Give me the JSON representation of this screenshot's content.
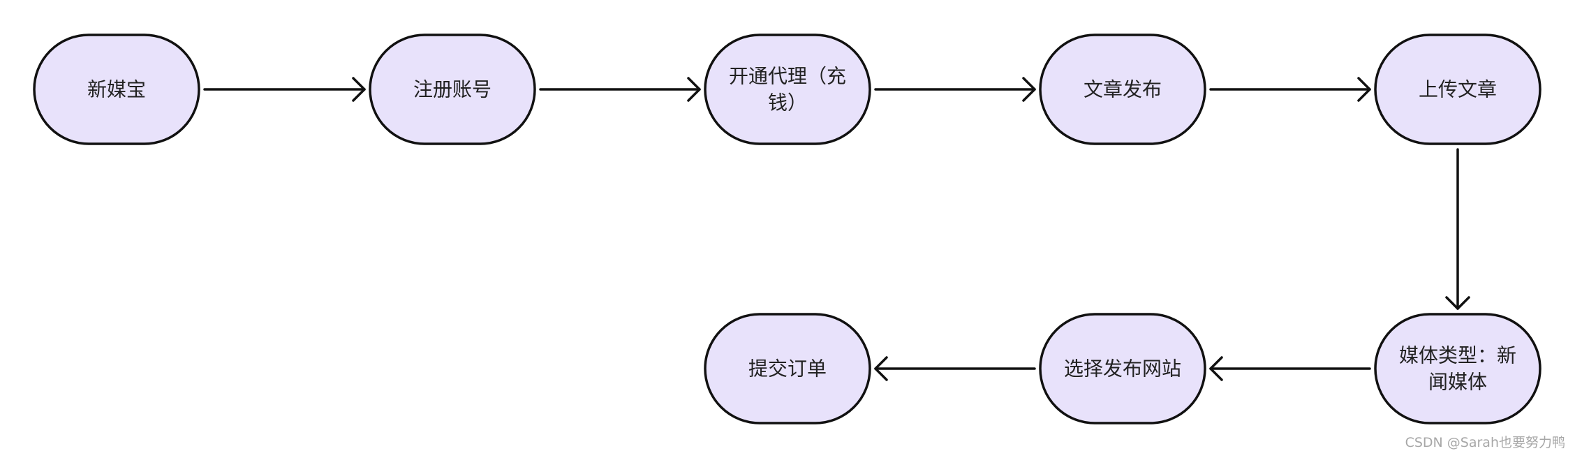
{
  "diagram": {
    "nodes": [
      {
        "id": "n1",
        "lines": [
          "新媒宝"
        ]
      },
      {
        "id": "n2",
        "lines": [
          "注册账号"
        ]
      },
      {
        "id": "n3",
        "lines": [
          "开通代理（充",
          "钱）"
        ]
      },
      {
        "id": "n4",
        "lines": [
          "文章发布"
        ]
      },
      {
        "id": "n5",
        "lines": [
          "上传文章"
        ]
      },
      {
        "id": "n6",
        "lines": [
          "媒体类型：新",
          "闻媒体"
        ]
      },
      {
        "id": "n7",
        "lines": [
          "选择发布网站"
        ]
      },
      {
        "id": "n8",
        "lines": [
          "提交订单"
        ]
      }
    ],
    "edges": [
      {
        "from": "n1",
        "to": "n2"
      },
      {
        "from": "n2",
        "to": "n3"
      },
      {
        "from": "n3",
        "to": "n4"
      },
      {
        "from": "n4",
        "to": "n5"
      },
      {
        "from": "n5",
        "to": "n6"
      },
      {
        "from": "n6",
        "to": "n7"
      },
      {
        "from": "n7",
        "to": "n8"
      }
    ],
    "colors": {
      "node_fill": "#e8e2fb",
      "stroke": "#111111",
      "text": "#222222"
    }
  },
  "watermark": "CSDN @Sarah也要努力鸭"
}
